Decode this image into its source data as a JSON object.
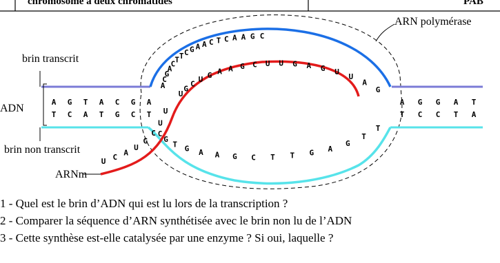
{
  "header": {
    "left": "chromosome à deux chromatides",
    "right": "PAB"
  },
  "labels": {
    "brin_transcrit": "brin transcrit",
    "adn": "ADN",
    "brin_non_transcrit": "brin non transcrit",
    "arnm": "ARNm",
    "arn_polymerase": "ARN polymérase"
  },
  "colors": {
    "transcribed_strand": "#7b7bd6",
    "non_transcribed_strand": "#57e3ea",
    "bubble_arc": "#1b6fe6",
    "rna": "#e31b1b",
    "enzyme_outline": "#000000"
  },
  "sequences": {
    "left_top": [
      "A",
      "G",
      "T",
      "A",
      "C",
      "G",
      "A"
    ],
    "left_bottom": [
      "T",
      "C",
      "A",
      "T",
      "G",
      "C",
      "T"
    ],
    "right_top": [
      "A",
      "G",
      "G",
      "A",
      "T"
    ],
    "right_bottom": [
      "T",
      "C",
      "C",
      "T",
      "A"
    ],
    "bubble_top_outer": [
      "A",
      "C",
      "G",
      "A",
      "C",
      "T",
      "T",
      "C",
      "G",
      "A",
      "A",
      "C",
      "T",
      "C",
      "A",
      "A",
      "G",
      "C"
    ],
    "bubble_top_inner": [
      "U",
      "G",
      "C",
      "U",
      "G",
      "A",
      "A",
      "G",
      "C",
      "U",
      "U",
      "G",
      "A",
      "G",
      "U",
      "U",
      "A",
      "G"
    ],
    "rna_tail": [
      "U",
      "C",
      "A",
      "U",
      "G",
      "C",
      "U",
      "U"
    ],
    "bubble_bottom": [
      "C",
      "G",
      "T",
      "G",
      "A",
      "A",
      "G",
      "C",
      "T",
      "T",
      "G",
      "A",
      "G",
      "T",
      "T"
    ]
  },
  "questions": [
    "1 - Quel est le brin d’ADN qui est lu lors de la transcription ?",
    "2 - Comparer la séquence d’ARN synthétisée avec le brin non lu de l’ADN",
    "3 - Cette synthèse est-elle catalysée par une enzyme ? Si oui, laquelle ?"
  ]
}
